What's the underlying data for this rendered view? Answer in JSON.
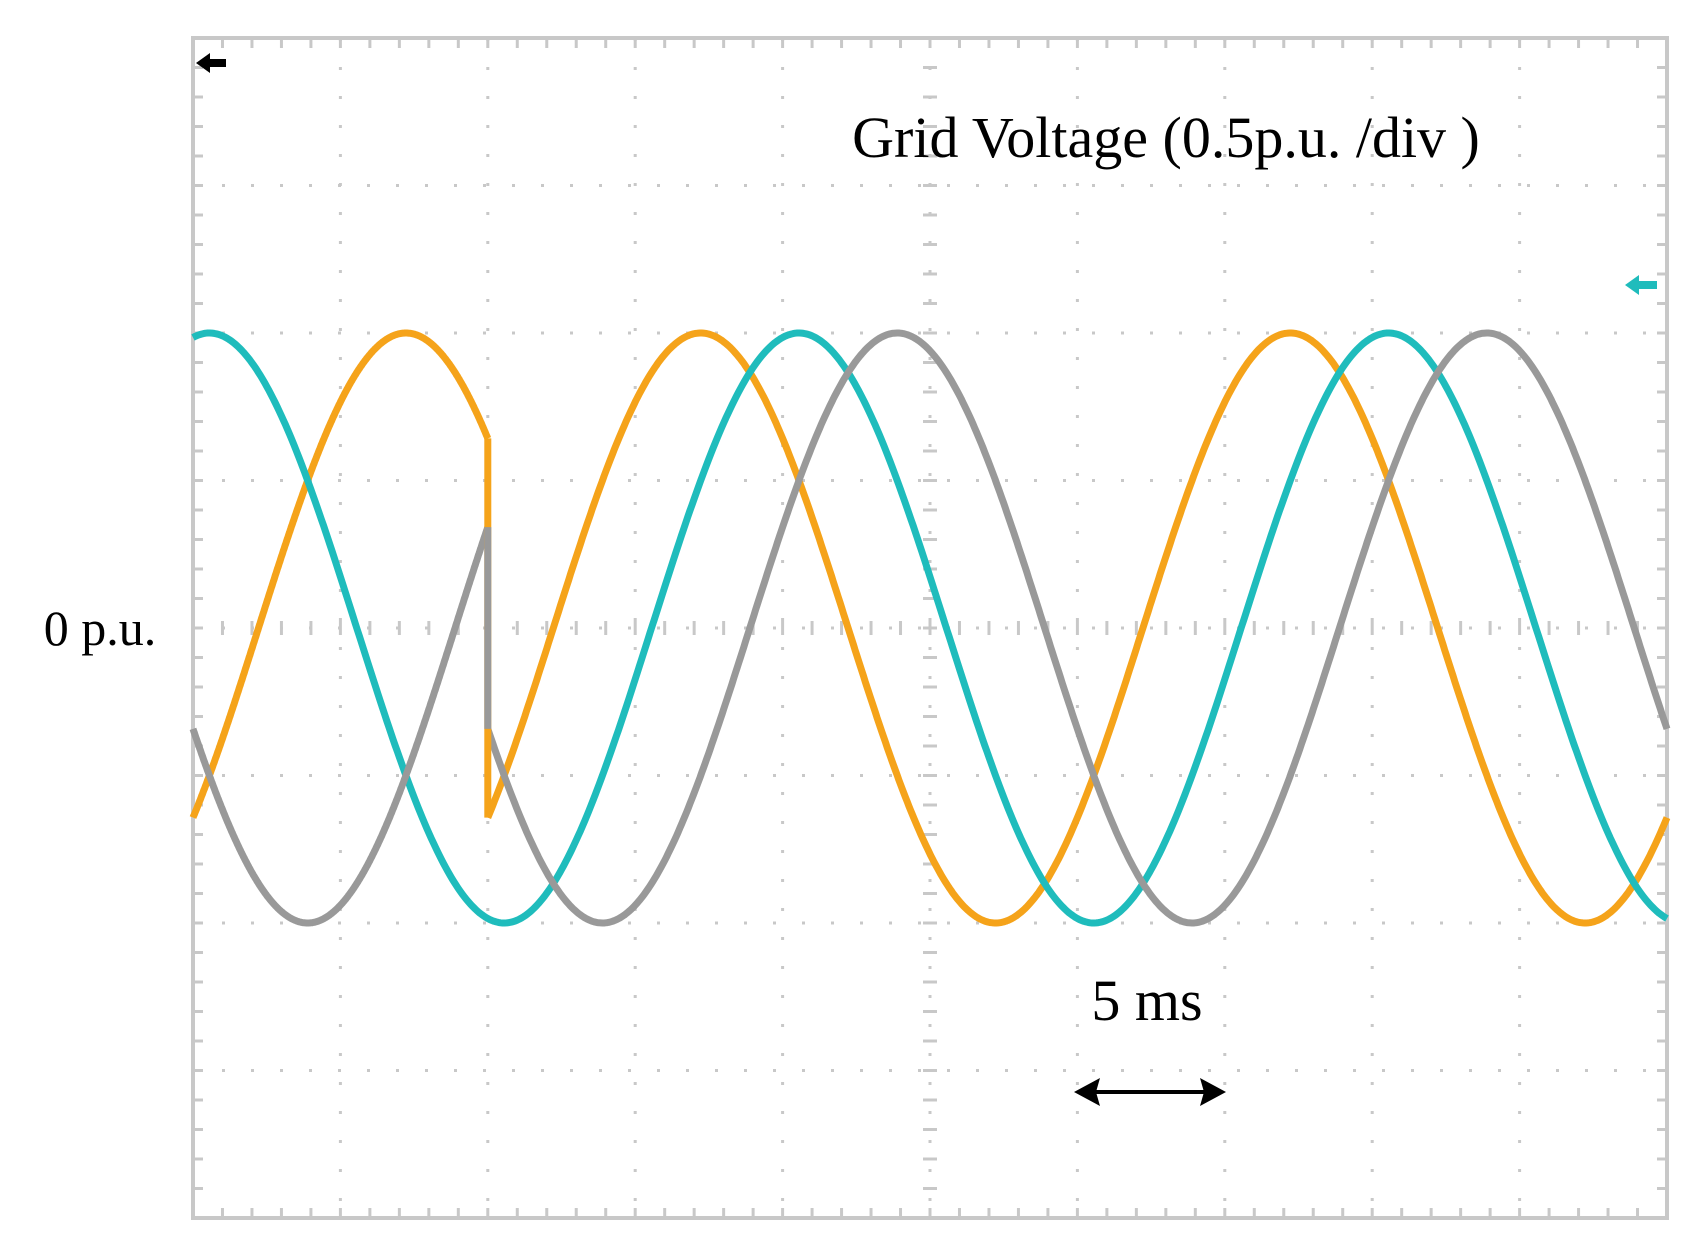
{
  "chart_data": {
    "type": "line",
    "title": "Grid Voltage (0.5p.u. /div )",
    "zero_label": "0 p.u.",
    "time_scale_label": "5 ms",
    "xlabel": "",
    "ylabel": "",
    "xlim": [
      0,
      50
    ],
    "ylim": [
      -2,
      2
    ],
    "grid": true,
    "grid_divisions": {
      "x": 10,
      "y": 8
    },
    "units": {
      "x": "ms",
      "y": "p.u."
    },
    "series": [
      {
        "color": "#f5a31a",
        "amplitude": 1.0,
        "phase_deg": -120,
        "offset_ms": 10,
        "segment": "after"
      },
      {
        "color": "#f5a31a",
        "amplitude": 1.0,
        "phase_deg": -120,
        "offset_ms": 0,
        "segment": "before"
      },
      {
        "color": "#1fbcbc",
        "amplitude": 1.0,
        "phase_deg": 0,
        "offset_ms": 0,
        "segment": "full"
      },
      {
        "color": "#999999",
        "amplitude": 1.0,
        "phase_deg": 120,
        "offset_ms": 10,
        "segment": "after"
      },
      {
        "color": "#999999",
        "amplitude": 1.0,
        "phase_deg": 120,
        "offset_ms": 0,
        "segment": "before"
      }
    ],
    "switch_time_ms": 10,
    "frequency_hz": 50,
    "colors": {
      "cyan": "#1fbcbc",
      "orange": "#f5a31a",
      "gray": "#999999",
      "grid": "#c8c8c8"
    }
  }
}
